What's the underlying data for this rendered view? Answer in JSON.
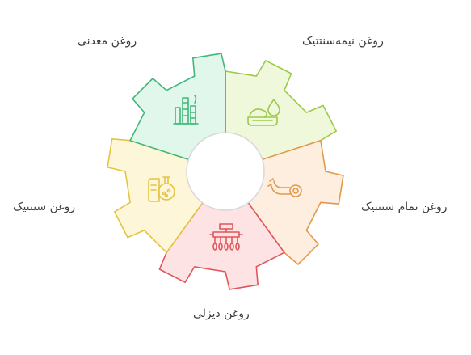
{
  "diagram": {
    "segments": [
      {
        "id": "mineral",
        "label": "روغن معدنی",
        "icon": "refinery-icon",
        "stroke": "#3fb87a",
        "fill": "#e2f7ec"
      },
      {
        "id": "semi-synthetic",
        "label": "روغن نیمه‌سنتتیک",
        "icon": "oil-drop-icon",
        "stroke": "#9cc94b",
        "fill": "#f0f8dc"
      },
      {
        "id": "full-synthetic",
        "label": "روغن تمام سنتتیک",
        "icon": "pipe-connector-icon",
        "stroke": "#e29a4a",
        "fill": "#fdeee0"
      },
      {
        "id": "diesel",
        "label": "روغن دیزلی",
        "icon": "engine-icon",
        "stroke": "#e0565b",
        "fill": "#fde3e3"
      },
      {
        "id": "synthetic",
        "label": "روغن سنتتیک",
        "icon": "flask-icon",
        "stroke": "#e3c447",
        "fill": "#fdf6d8"
      }
    ]
  }
}
